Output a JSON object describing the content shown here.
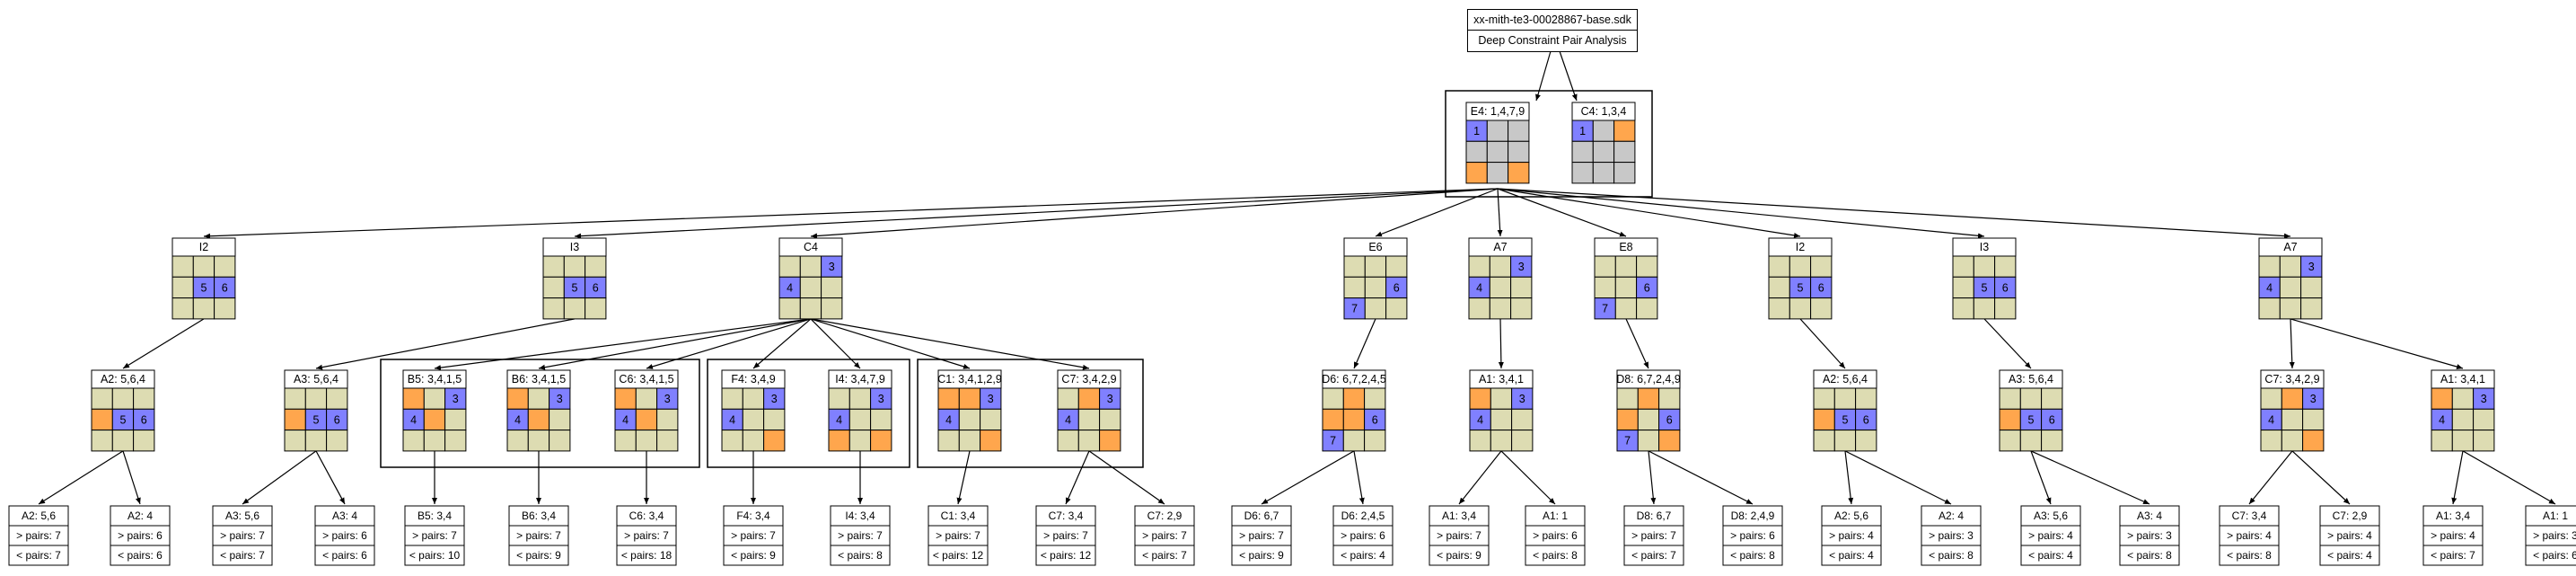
{
  "header": {
    "filename": "xx-mith-te3-00028867-base.sdk",
    "subtitle": "Deep Constraint Pair Analysis"
  },
  "colors": {
    "blue": "#8080ff",
    "orange": "#ffa64d",
    "grey": "#c8c8c8",
    "tan": "#dddcb2",
    "white": "#ffffff",
    "line": "#000000"
  },
  "root_nodes": [
    {
      "label": "E4: 1,4,7,9",
      "cells": [
        "B1",
        "G",
        "G",
        "G",
        "G",
        "G",
        "O",
        "G",
        "O"
      ]
    },
    {
      "label": "C4: 1,3,4",
      "cells": [
        "B1",
        "G",
        "O",
        "G",
        "G",
        "G",
        "G",
        "G",
        "G"
      ]
    }
  ],
  "level1": [
    {
      "label": "I2",
      "cells": [
        "T",
        "T",
        "T",
        "T",
        "B5",
        "B6",
        "T",
        "T",
        "T"
      ]
    },
    {
      "label": "I3",
      "cells": [
        "T",
        "T",
        "T",
        "T",
        "B5",
        "B6",
        "T",
        "T",
        "T"
      ]
    },
    {
      "label": "C4",
      "cells": [
        "T",
        "T",
        "B3",
        "B4",
        "T",
        "T",
        "T",
        "T",
        "T"
      ]
    },
    {
      "label": "E6",
      "cells": [
        "T",
        "T",
        "T",
        "T",
        "T",
        "B6",
        "B7",
        "T",
        "T"
      ]
    },
    {
      "label": "A7",
      "cells": [
        "T",
        "T",
        "B3",
        "B4",
        "T",
        "T",
        "T",
        "T",
        "T"
      ]
    },
    {
      "label": "E8",
      "cells": [
        "T",
        "T",
        "T",
        "T",
        "T",
        "B6",
        "B7",
        "T",
        "T"
      ]
    },
    {
      "label": "I2",
      "cells": [
        "T",
        "T",
        "T",
        "T",
        "B5",
        "B6",
        "T",
        "T",
        "T"
      ]
    },
    {
      "label": "I3",
      "cells": [
        "T",
        "T",
        "T",
        "T",
        "B5",
        "B6",
        "T",
        "T",
        "T"
      ]
    },
    {
      "label": "A7",
      "cells": [
        "T",
        "T",
        "B3",
        "B4",
        "T",
        "T",
        "T",
        "T",
        "T"
      ]
    }
  ],
  "level2": [
    {
      "label": "A2: 5,6,4",
      "cells": [
        "T",
        "T",
        "T",
        "O",
        "B5",
        "B6",
        "T",
        "T",
        "T"
      ]
    },
    {
      "label": "A3: 5,6,4",
      "cells": [
        "T",
        "T",
        "T",
        "O",
        "B5",
        "B6",
        "T",
        "T",
        "T"
      ]
    },
    {
      "label": "B5: 3,4,1,5",
      "cells": [
        "O",
        "T",
        "B3",
        "B4",
        "O",
        "T",
        "T",
        "T",
        "T"
      ]
    },
    {
      "label": "B6: 3,4,1,5",
      "cells": [
        "O",
        "T",
        "B3",
        "B4",
        "O",
        "T",
        "T",
        "T",
        "T"
      ]
    },
    {
      "label": "C6: 3,4,1,5",
      "cells": [
        "O",
        "T",
        "B3",
        "B4",
        "O",
        "T",
        "T",
        "T",
        "T"
      ]
    },
    {
      "label": "F4: 3,4,9",
      "cells": [
        "T",
        "T",
        "B3",
        "B4",
        "T",
        "T",
        "T",
        "T",
        "O"
      ]
    },
    {
      "label": "I4: 3,4,7,9",
      "cells": [
        "T",
        "T",
        "B3",
        "B4",
        "T",
        "T",
        "O",
        "T",
        "O"
      ]
    },
    {
      "label": "C1: 3,4,1,2,9",
      "cells": [
        "O",
        "O",
        "B3",
        "B4",
        "T",
        "T",
        "T",
        "T",
        "O"
      ]
    },
    {
      "label": "C7: 3,4,2,9",
      "cells": [
        "T",
        "O",
        "B3",
        "B4",
        "T",
        "T",
        "T",
        "T",
        "O"
      ]
    },
    {
      "label": "D6: 6,7,2,4,5",
      "cells": [
        "T",
        "O",
        "T",
        "O",
        "O",
        "B6",
        "B7",
        "T",
        "T"
      ]
    },
    {
      "label": "A1: 3,4,1",
      "cells": [
        "O",
        "T",
        "B3",
        "B4",
        "T",
        "T",
        "T",
        "T",
        "T"
      ]
    },
    {
      "label": "D8: 6,7,2,4,9",
      "cells": [
        "T",
        "O",
        "T",
        "O",
        "T",
        "B6",
        "B7",
        "T",
        "O"
      ]
    },
    {
      "label": "A2: 5,6,4",
      "cells": [
        "T",
        "T",
        "T",
        "O",
        "B5",
        "B6",
        "T",
        "T",
        "T"
      ]
    },
    {
      "label": "A3: 5,6,4",
      "cells": [
        "T",
        "T",
        "T",
        "O",
        "B5",
        "B6",
        "T",
        "T",
        "T"
      ]
    },
    {
      "label": "C7: 3,4,2,9",
      "cells": [
        "T",
        "O",
        "B3",
        "B4",
        "T",
        "T",
        "T",
        "T",
        "O"
      ]
    },
    {
      "label": "A1: 3,4,1",
      "cells": [
        "O",
        "T",
        "B3",
        "B4",
        "T",
        "T",
        "T",
        "T",
        "T"
      ]
    }
  ],
  "leaves": [
    {
      "label": "A2: 5,6",
      "gt": "> pairs: 7",
      "lt": "< pairs: 7"
    },
    {
      "label": "A2: 4",
      "gt": "> pairs: 6",
      "lt": "< pairs: 6"
    },
    {
      "label": "A3: 5,6",
      "gt": "> pairs: 7",
      "lt": "< pairs: 7"
    },
    {
      "label": "A3: 4",
      "gt": "> pairs: 6",
      "lt": "< pairs: 6"
    },
    {
      "label": "B5: 3,4",
      "gt": "> pairs: 7",
      "lt": "< pairs: 10"
    },
    {
      "label": "B6: 3,4",
      "gt": "> pairs: 7",
      "lt": "< pairs: 9"
    },
    {
      "label": "C6: 3,4",
      "gt": "> pairs: 7",
      "lt": "< pairs: 18"
    },
    {
      "label": "F4: 3,4",
      "gt": "> pairs: 7",
      "lt": "< pairs: 9"
    },
    {
      "label": "I4: 3,4",
      "gt": "> pairs: 7",
      "lt": "< pairs: 8"
    },
    {
      "label": "C1: 3,4",
      "gt": "> pairs: 7",
      "lt": "< pairs: 12"
    },
    {
      "label": "C7: 3,4",
      "gt": "> pairs: 7",
      "lt": "< pairs: 12"
    },
    {
      "label": "C7: 2,9",
      "gt": "> pairs: 7",
      "lt": "< pairs: 7"
    },
    {
      "label": "D6: 6,7",
      "gt": "> pairs: 7",
      "lt": "< pairs: 9"
    },
    {
      "label": "D6: 2,4,5",
      "gt": "> pairs: 6",
      "lt": "< pairs: 4"
    },
    {
      "label": "A1: 3,4",
      "gt": "> pairs: 7",
      "lt": "< pairs: 9"
    },
    {
      "label": "A1: 1",
      "gt": "> pairs: 6",
      "lt": "< pairs: 8"
    },
    {
      "label": "D8: 6,7",
      "gt": "> pairs: 7",
      "lt": "< pairs: 7"
    },
    {
      "label": "D8: 2,4,9",
      "gt": "> pairs: 6",
      "lt": "< pairs: 8"
    },
    {
      "label": "A2: 5,6",
      "gt": "> pairs: 4",
      "lt": "< pairs: 4"
    },
    {
      "label": "A2: 4",
      "gt": "> pairs: 3",
      "lt": "< pairs: 8"
    },
    {
      "label": "A3: 5,6",
      "gt": "> pairs: 4",
      "lt": "< pairs: 4"
    },
    {
      "label": "A3: 4",
      "gt": "> pairs: 3",
      "lt": "< pairs: 8"
    },
    {
      "label": "C7: 3,4",
      "gt": "> pairs: 4",
      "lt": "< pairs: 8"
    },
    {
      "label": "C7: 2,9",
      "gt": "> pairs: 4",
      "lt": "< pairs: 4"
    },
    {
      "label": "A1: 3,4",
      "gt": "> pairs: 4",
      "lt": "< pairs: 7"
    },
    {
      "label": "A1: 1",
      "gt": "> pairs: 3",
      "lt": "< pairs: 6"
    }
  ]
}
